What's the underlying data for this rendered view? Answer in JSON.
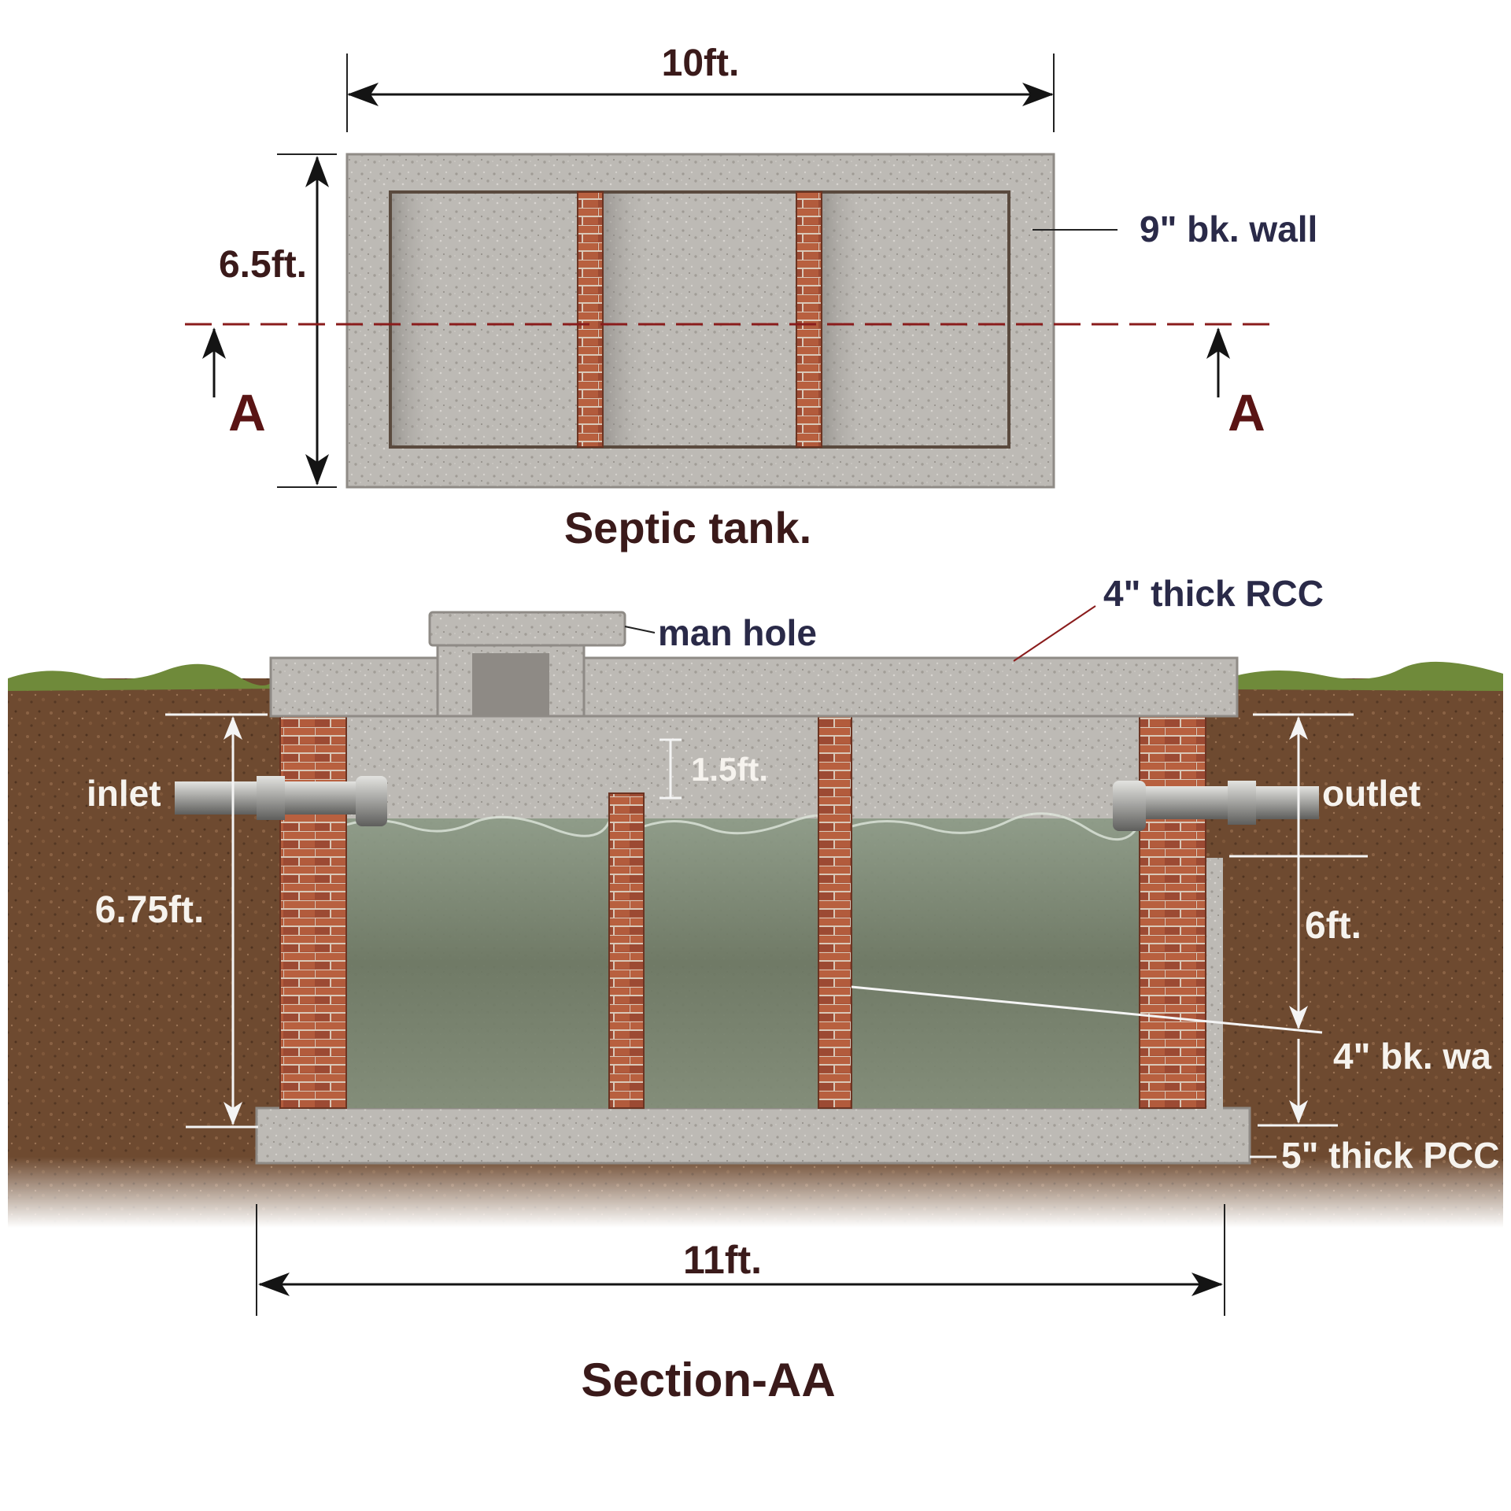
{
  "plan": {
    "title": "Septic tank.",
    "width_label": "10ft.",
    "height_label": "6.5ft.",
    "wall_label": "9\" bk. wall",
    "section_marks": [
      "A",
      "A"
    ]
  },
  "section": {
    "title": "Section-AA",
    "length_label": "11ft.",
    "slab_label": "4\" thick RCC",
    "manhole_label": "man hole",
    "inlet_label": "inlet",
    "outlet_label": "outlet",
    "freeboard_label": "1.5ft.",
    "depth_label": "6.75ft.",
    "liquid_depth_label": "6ft.",
    "partition_label": "4\" bk. wa",
    "base_label": "5\" thick PCC"
  },
  "colors": {
    "concrete": "#b9b6b1",
    "brick": "#a9553a",
    "soil": "#6e4a30",
    "water": "#6f7a60",
    "grass": "#6f8a3a",
    "section_line": "#8a1c1c"
  }
}
